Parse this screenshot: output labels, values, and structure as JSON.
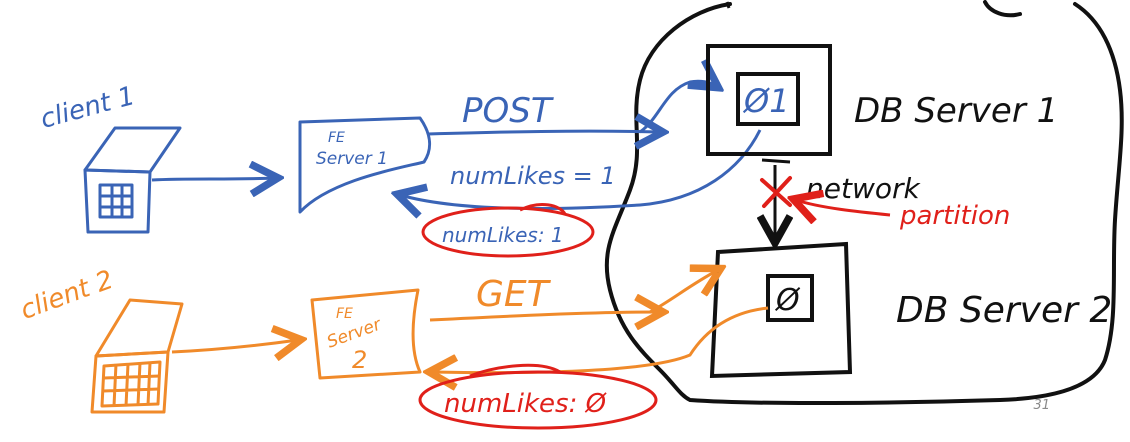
{
  "client1": {
    "label": "client 1"
  },
  "client2": {
    "label": "client 2"
  },
  "fe_server1": {
    "line1": "FE",
    "line2": "Server 1"
  },
  "fe_server2": {
    "line1": "FE",
    "line2": "Server",
    "line3": "2"
  },
  "request1": {
    "label": "POST"
  },
  "request2": {
    "label": "GET"
  },
  "response1_plain": {
    "label": "numLikes = 1"
  },
  "response1_circled": {
    "label": "numLikes: 1"
  },
  "response2_circled": {
    "label": "numLikes: Ø"
  },
  "db1": {
    "label": "DB Server 1",
    "value": "Ø1"
  },
  "db2": {
    "label": "DB Server 2",
    "value": "Ø"
  },
  "network_label": "network",
  "partition_label": "partition",
  "page_number": "31",
  "colors": {
    "client1": "#3a64b6",
    "client2": "#f08a2a",
    "partition": "#e0201a",
    "outline": "#111111"
  }
}
